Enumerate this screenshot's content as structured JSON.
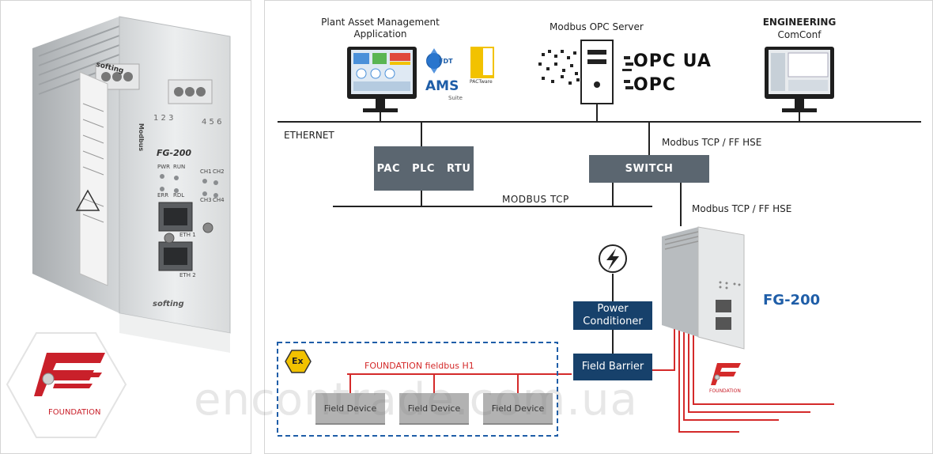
{
  "labels": {
    "plant_asset": "Plant Asset Management\nApplication",
    "ams": "AMS",
    "ams_sub": "Suite",
    "fdt": "FDT",
    "pactware": "PACTware",
    "modbus_opc": "Modbus OPC Server",
    "opc_ua": "OPC UA",
    "opc": "OPC",
    "engineering": "ENGINEERING",
    "comconf": "ComConf",
    "ethernet": "ETHERNET",
    "modbus_tcp_ff_1": "Modbus TCP / FF HSE",
    "modbus_tcp_ff_2": "Modbus TCP / FF HSE",
    "pac_plc_rtu": "PAC   PLC   RTU",
    "switch": "SWITCH",
    "modbus_tcp": "MODBUS TCP",
    "power_conditioner": "Power\nConditioner",
    "field_barrier": "Field Barrier",
    "fg200": "FG-200",
    "foundation_fieldbus": "FOUNDATION fieldbus H1",
    "field_device": "Field Device",
    "ex": "Ex",
    "foundation": "FOUNDATION",
    "foundation_small": "FOUNDATION",
    "watermark": "encontrade.com.ua"
  },
  "device": {
    "model": "FG-200",
    "brand": "softing",
    "eth1": "ETH 1",
    "eth2": "ETH 2",
    "pwr": "PWR",
    "run": "RUN",
    "err": "ERR",
    "rdl": "RDL",
    "ch1": "CH1",
    "ch2": "CH2",
    "ch3": "CH3",
    "ch4": "CH4",
    "modbus": "Modbus",
    "terminals_left": "1 2 3",
    "terminals_right": "4 5 6"
  },
  "field_devices": [
    "Field Device",
    "Field Device",
    "Field Device"
  ],
  "colors": {
    "line": "#222222",
    "red": "#d42a2a",
    "dark_box": "#5b6670",
    "navy_box": "#17416b",
    "dashed": "#1f5ea8",
    "fg_label": "#1f5ea8"
  }
}
